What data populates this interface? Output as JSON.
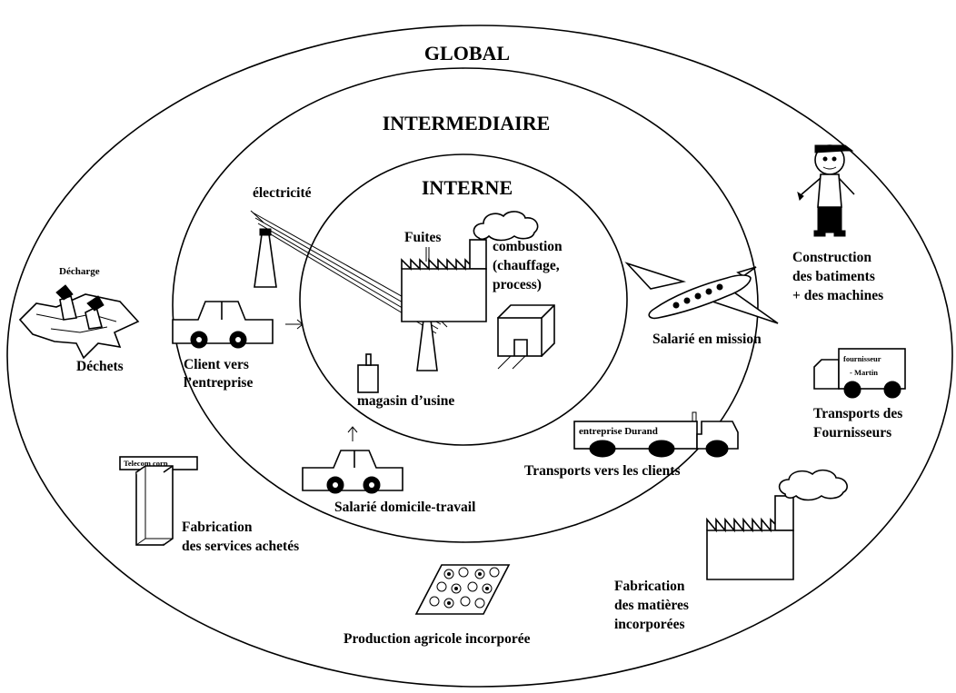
{
  "zones": {
    "global": "GLOBAL",
    "intermediate": "INTERMEDIAIRE",
    "internal": "INTERNE"
  },
  "labels": {
    "electricity": "électricité",
    "leaks": "Fuites",
    "combustion_1": "combustion",
    "combustion_2": "(chauffage,",
    "combustion_3": "process)",
    "landfill": "Décharge",
    "waste": "Déchets",
    "client_1": "Client vers",
    "client_2": "l’entreprise",
    "factory_shop": "magasin d’usine",
    "employee_commute": "Salarié domicile-travail",
    "transport_clients": "Transports vers les clients",
    "truck_company": "entreprise Durand",
    "business_travel": "Salarié en mission",
    "construction_1": "Construction",
    "construction_2": "des batiments",
    "construction_3": "+ des machines",
    "supplier_truck_1": "fournisseur",
    "supplier_truck_2": "- Martin",
    "supplier_transport_1": "Transports des",
    "supplier_transport_2": "Fournisseurs",
    "telecom": "Telecom corp",
    "services_1": "Fabrication",
    "services_2": "des services achetés",
    "materials_1": "Fabrication",
    "materials_2": "des matières",
    "materials_3": "incorporées",
    "agriculture": "Production agricole incorporée"
  }
}
